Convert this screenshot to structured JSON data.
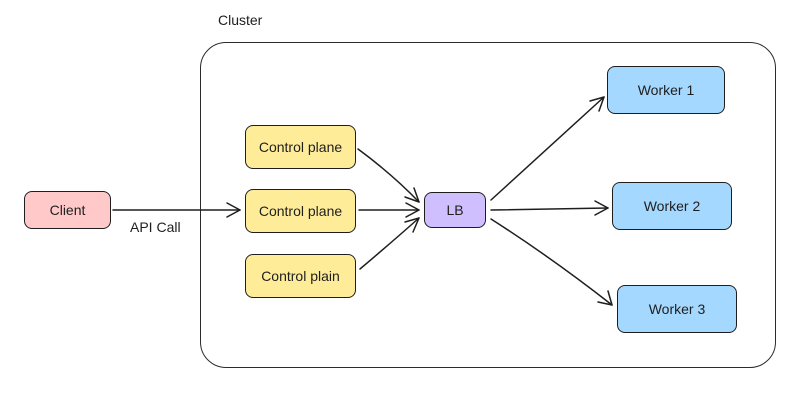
{
  "diagram": {
    "cluster": {
      "label": "Cluster"
    },
    "nodes": [
      {
        "id": "client",
        "label": "Client",
        "fill": "#ffc9c9"
      },
      {
        "id": "cp1",
        "label": "Control plane",
        "fill": "#ffec99"
      },
      {
        "id": "cp2",
        "label": "Control plane",
        "fill": "#ffec99"
      },
      {
        "id": "cp3",
        "label": "Control plain",
        "fill": "#ffec99"
      },
      {
        "id": "lb",
        "label": "LB",
        "fill": "#d0bfff"
      },
      {
        "id": "w1",
        "label": "Worker 1",
        "fill": "#a5d8ff"
      },
      {
        "id": "w2",
        "label": "Worker 2",
        "fill": "#a5d8ff"
      },
      {
        "id": "w3",
        "label": "Worker 3",
        "fill": "#a5d8ff"
      }
    ],
    "edges": [
      {
        "from": "client",
        "to": "cp2",
        "label": "API Call"
      },
      {
        "from": "cp1",
        "to": "lb"
      },
      {
        "from": "cp2",
        "to": "lb"
      },
      {
        "from": "cp3",
        "to": "lb"
      },
      {
        "from": "lb",
        "to": "w1"
      },
      {
        "from": "lb",
        "to": "w2"
      },
      {
        "from": "lb",
        "to": "w3"
      }
    ],
    "stroke_color": "#1e1e1e"
  }
}
